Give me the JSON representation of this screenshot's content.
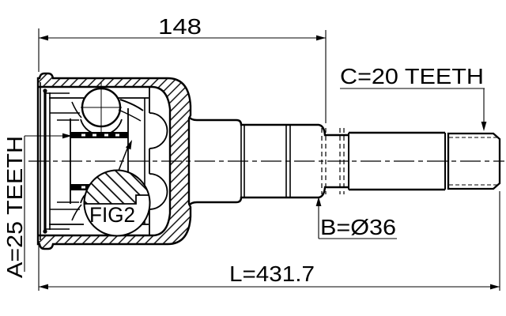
{
  "drawing": {
    "labels": {
      "top_width": "148",
      "teeth_c": "C=20 TEETH",
      "teeth_a": "A=25 TEETH",
      "detail_ref": "FIG2",
      "diameter_b": "B=Ø36",
      "total_length": "L=431.7"
    },
    "colors": {
      "line": "#000000",
      "background": "#ffffff"
    }
  }
}
